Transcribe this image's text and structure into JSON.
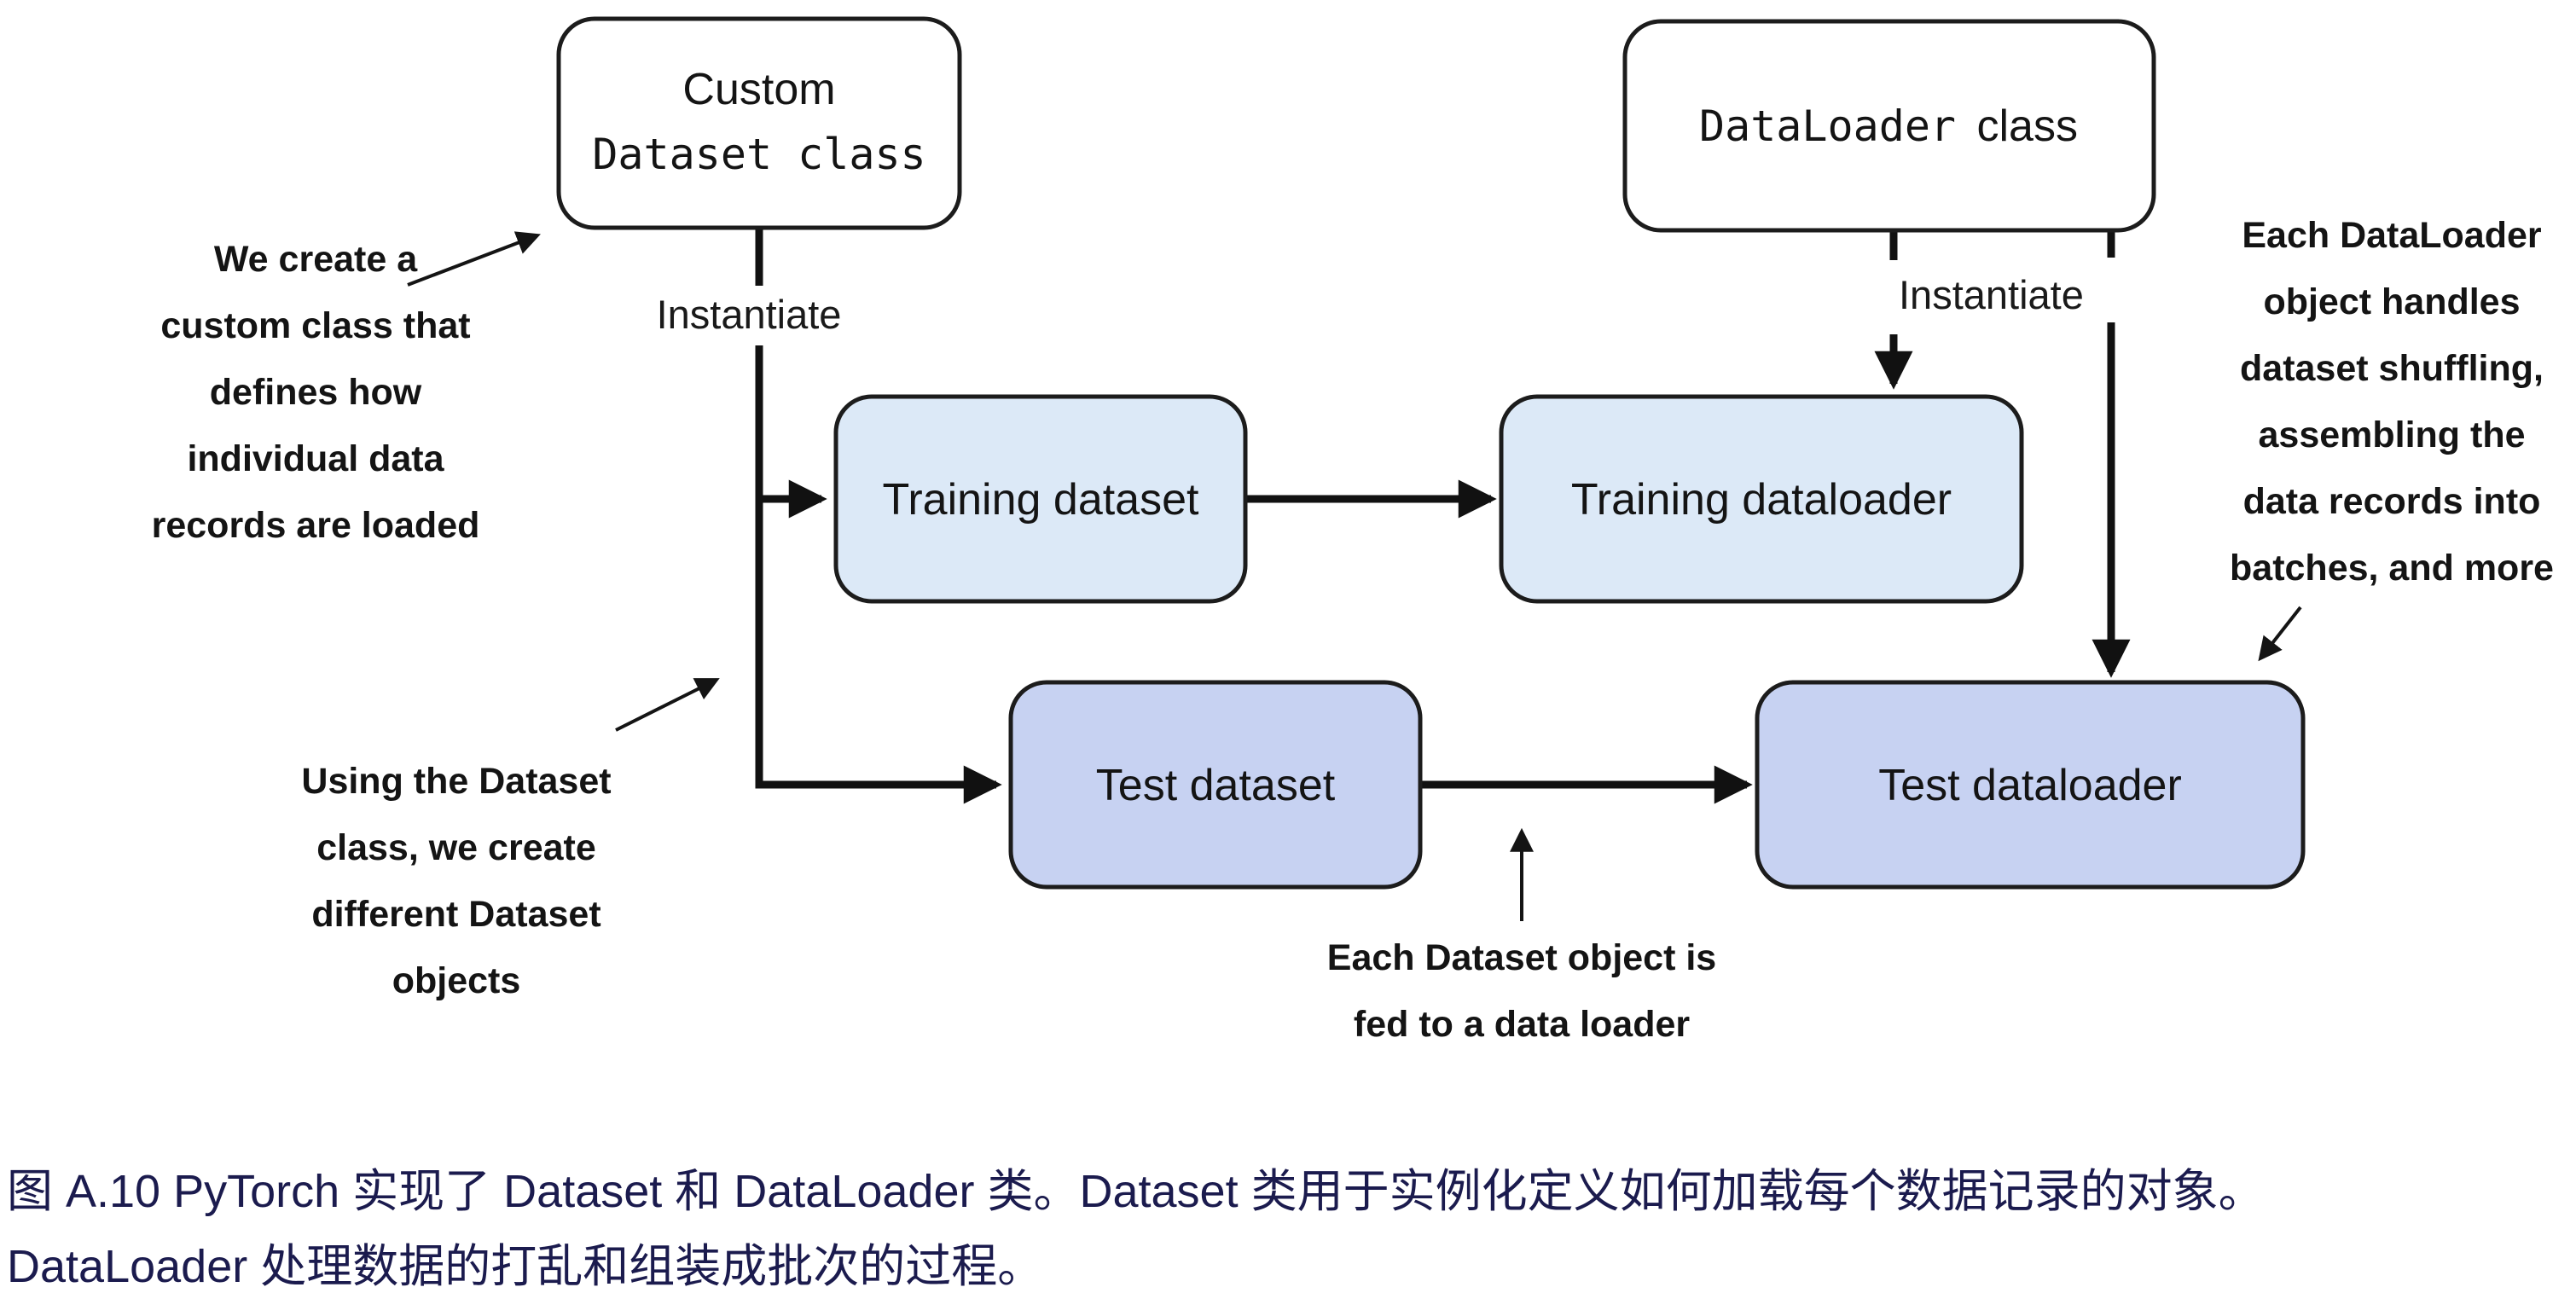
{
  "figure": {
    "boxes": {
      "custom_dataset_class": {
        "line1": "Custom",
        "line2": "Dataset class",
        "fill": "#ffffff"
      },
      "dataloader_class": {
        "code": "DataLoader",
        "plain": "class",
        "fill": "#ffffff"
      },
      "training_dataset": {
        "label": "Training dataset",
        "fill": "#dce9f7"
      },
      "training_dataloader": {
        "label": "Training dataloader",
        "fill": "#dce9f7"
      },
      "test_dataset": {
        "label": "Test dataset",
        "fill": "#c7d2f2"
      },
      "test_dataloader": {
        "label": "Test dataloader",
        "fill": "#c7d2f2"
      }
    },
    "edge_labels": {
      "instantiate_left": "Instantiate",
      "instantiate_right": "Instantiate"
    },
    "annotations": {
      "custom_class_note": {
        "lines": [
          "We create a",
          "custom class that",
          "defines how",
          "individual data",
          "records are loaded"
        ]
      },
      "dataset_objects_note": {
        "lines": [
          "Using the Dataset",
          "class, we create",
          "different Dataset",
          "objects"
        ]
      },
      "fed_to_loader_note": {
        "lines": [
          "Each Dataset object is",
          "fed to a data loader"
        ]
      },
      "dataloader_note": {
        "lines": [
          "Each DataLoader",
          "object handles",
          "dataset shuffling,",
          "assembling the",
          "data records into",
          "batches, and more"
        ]
      }
    },
    "colors": {
      "box_border": "#1c1c1c",
      "connector": "#111111",
      "annotation_text": "#141414"
    }
  },
  "caption": {
    "lines": [
      "图 A.10 PyTorch 实现了 Dataset 和 DataLoader 类。Dataset 类用于实例化定义如何加载每个数据记录的对象。",
      "DataLoader 处理数据的打乱和组装成批次的过程。"
    ],
    "color": "#1b1b4e"
  }
}
